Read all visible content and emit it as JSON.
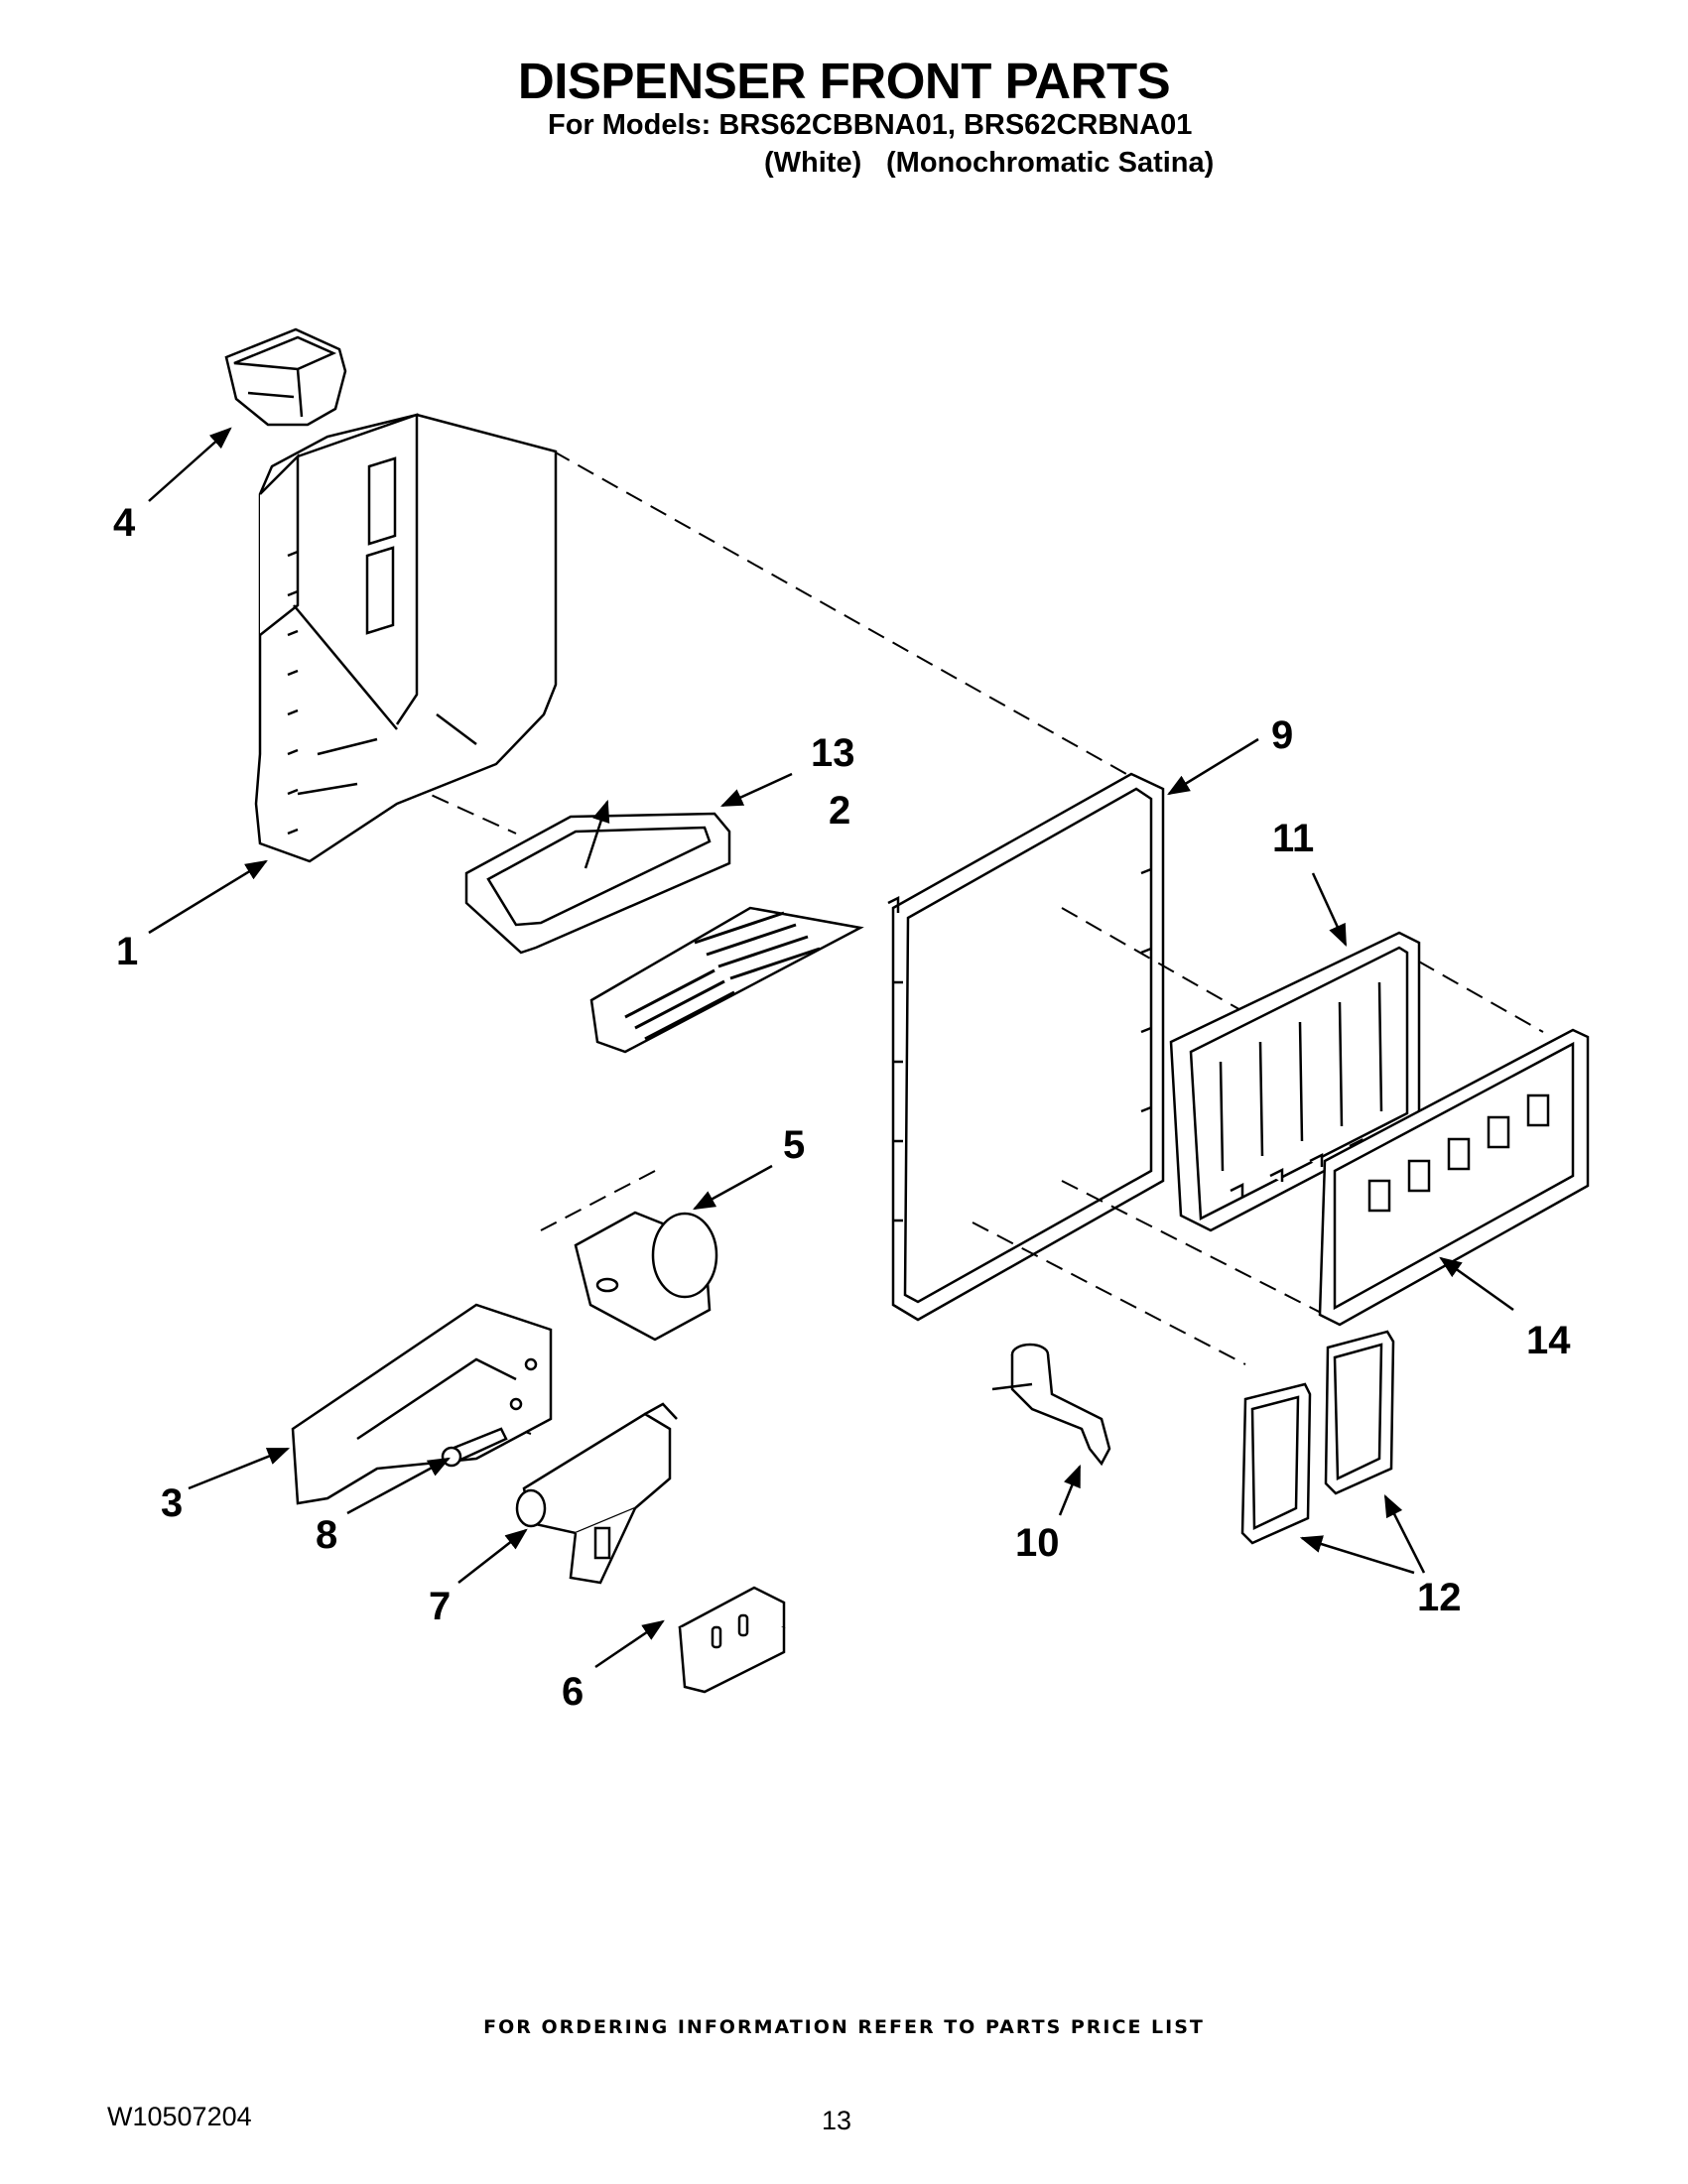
{
  "header": {
    "title": "DISPENSER FRONT PARTS",
    "models_line": "For Models: BRS62CBBNA01, BRS62CRBNA01",
    "variant_1": "(White)",
    "variant_2": "(Monochromatic Satina)"
  },
  "callouts": {
    "c1": "1",
    "c2": "2",
    "c3": "3",
    "c4": "4",
    "c5": "5",
    "c6": "6",
    "c7": "7",
    "c8": "8",
    "c9": "9",
    "c10": "10",
    "c11": "11",
    "c12": "12",
    "c13": "13",
    "c14": "14"
  },
  "footer": {
    "ordering_note": "FOR ORDERING INFORMATION REFER TO PARTS PRICE LIST",
    "doc_number": "W10507204",
    "page_number": "13"
  }
}
